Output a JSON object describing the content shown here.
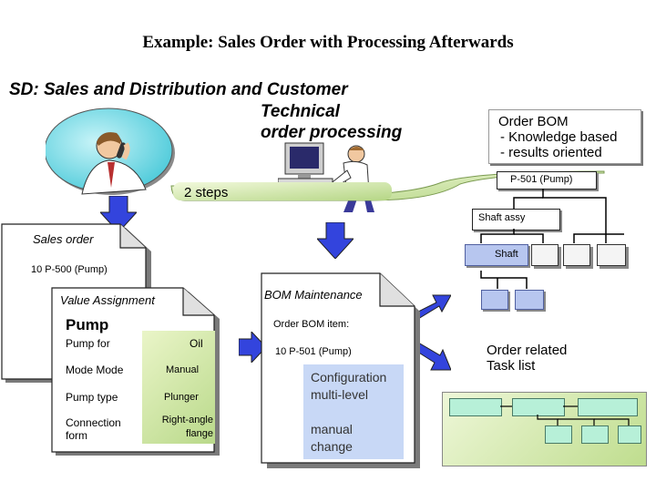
{
  "title": "Example: Sales Order with Processing Afterwards",
  "sd_heading": "SD: Sales and Distribution and Customer",
  "technical_line1": "Technical",
  "technical_line2": "order processing",
  "order_bom_box": {
    "line1": "Order BOM",
    "line2": "- Knowledge based",
    "line3": "- results oriented"
  },
  "steps_label": "2 steps",
  "tree": {
    "root": "P-501 (Pump)",
    "level2": "Shaft assy",
    "level3": "Shaft"
  },
  "sales_order": {
    "label": "Sales order",
    "item": "10 P-500 (Pump)"
  },
  "value_assignment": {
    "title": "Value Assignment",
    "heading": "Pump",
    "rows": [
      {
        "label": "Pump for",
        "value": "Oil"
      },
      {
        "label": "Mode Mode",
        "value": "Manual"
      },
      {
        "label": "Pump type",
        "value": "Plunger"
      },
      {
        "label": "Connection form",
        "value": "Right-angle flange"
      }
    ]
  },
  "bom_maintenance": {
    "title": "BOM Maintenance",
    "item_label": "Order BOM item:",
    "item_value": "10 P-501 (Pump)",
    "config_text": "Configuration multi-level",
    "manual_text": "manual change"
  },
  "task_list_label": "Order related Task list",
  "colors": {
    "arrow_blue": "#3344dd",
    "green_fill": "#c9e4a0",
    "node_blue": "#b7c6ef",
    "task_teal": "#b7f0d8"
  }
}
